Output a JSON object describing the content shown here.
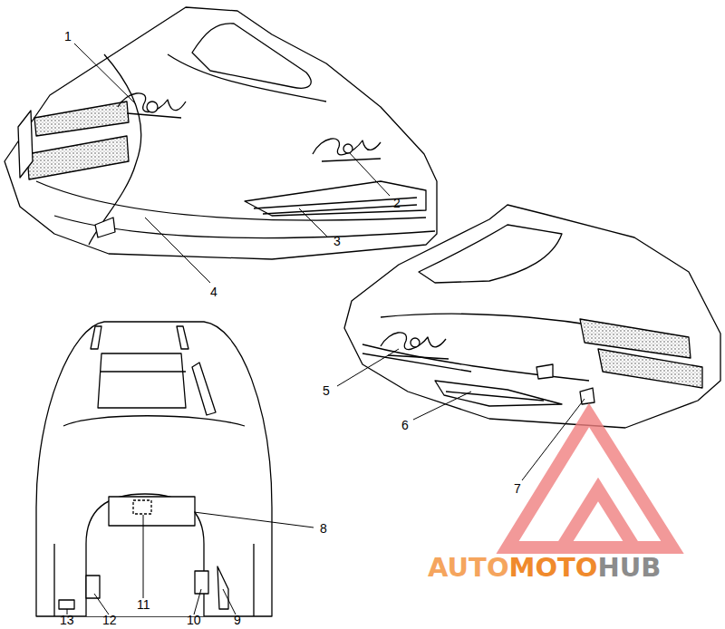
{
  "diagram": {
    "labels": [
      "1",
      "2",
      "3",
      "4",
      "5",
      "6",
      "7",
      "8",
      "9",
      "10",
      "11",
      "12",
      "13",
      "AUTO",
      "MOTO",
      "HUB"
    ]
  }
}
